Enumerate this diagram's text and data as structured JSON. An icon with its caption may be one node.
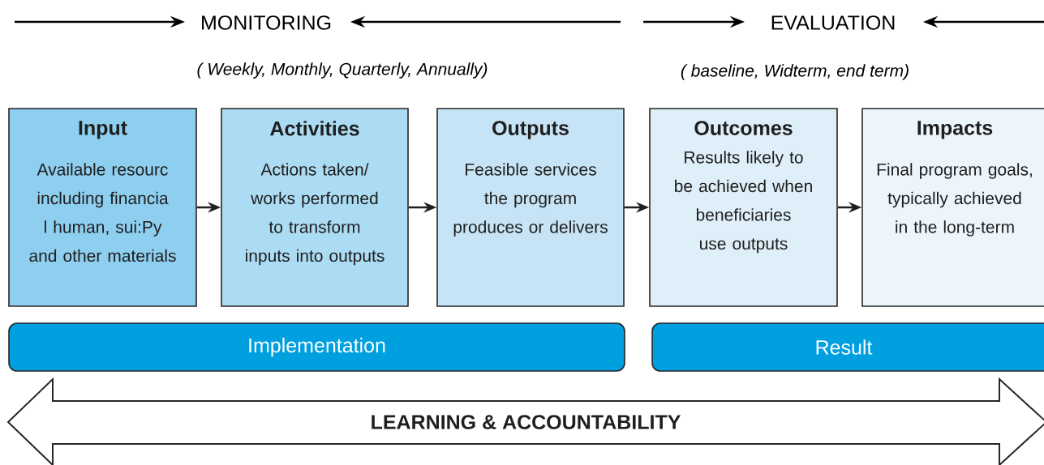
{
  "diagram": {
    "nodes": [
      {
        "text": [
          "Input",
          "Available resourc including financia l human, sui:Py and other materials"
        ]
      },
      {
        "text": [
          "Activities",
          "Actions taken/ works performed to transform inputs into outputs"
        ]
      },
      {
        "text": [
          "Outputs",
          "Feasible services the program produces or delivers"
        ]
      },
      {
        "text": [
          "Outcomes",
          "Results likely to be achieved when beneficiaries use outputs"
        ]
      },
      {
        "text": [
          "Impacts",
          "Final program goals, typically achieved in the long-term"
        ]
      },
      {
        "text": [
          "Implementation"
        ]
      },
      {
        "text": [
          "Result"
        ]
      },
      {
        "text": [
          "LEARNING & ACCOUNTABILITY"
        ]
      }
    ],
    "edges": [
      {
        "from": 0,
        "to": 1,
        "arrow": "to"
      },
      {
        "from": 1,
        "to": 2,
        "arrow": "to"
      },
      {
        "from": 2,
        "to": 3,
        "arrow": "to"
      },
      {
        "from": 3,
        "to": 4,
        "arrow": "to"
      }
    ],
    "labels": [
      "MONITORING",
      "( Weekly, Monthly, Quarterly, Annually)",
      "EVALUATION",
      "( baseline, Widterm, end term)"
    ]
  }
}
